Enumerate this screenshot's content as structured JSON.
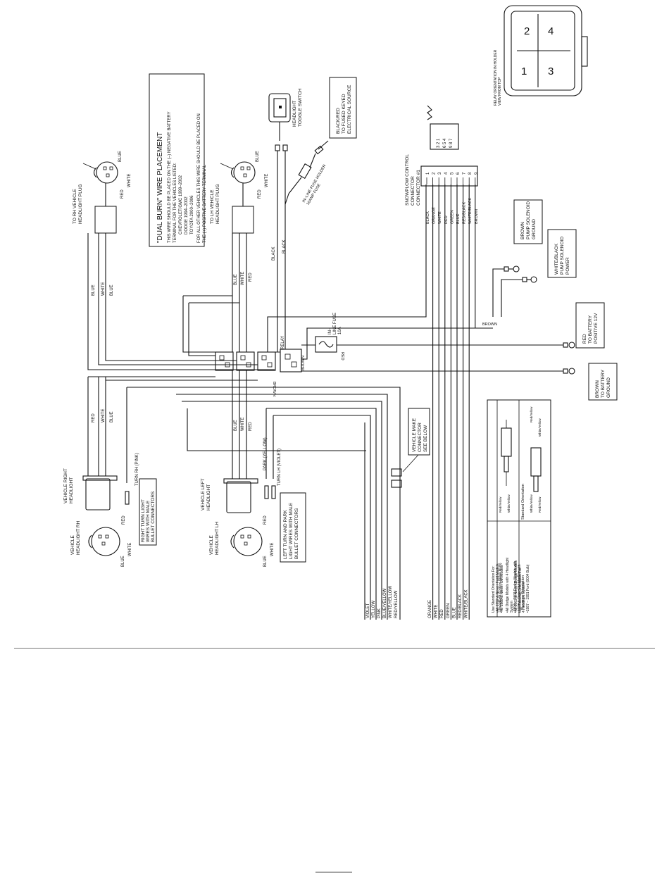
{
  "dual_burn": {
    "title": "\"DUAL BURN\" WIRE PLACEMENT",
    "lines": [
      "THIS WIRE SHOULD BE PLACED ON THE (–) NEGATIVE BATTERY",
      "TERMINAL FOR THE VEHICLES LISTED:",
      "CHEVROLET/GMC 1999–2002",
      "DODGE 1994–2002",
      "TOYOTA 2000–2006",
      "FOR ALL OTHER VEHICLES THIS WIRE SHOULD BE PLACED ON",
      "THE (+) POSITIVE BATTERY TERMINAL"
    ]
  },
  "relay_orientation": {
    "label_1": "RELAY ORIENTATION IN HOLDER",
    "label_2": "VIEW FROM TOP",
    "numbers": [
      "1",
      "2",
      "3",
      "4"
    ]
  },
  "labels": {
    "rh_headlight_plug": [
      "TO RH VEHICLE",
      "HEADLIGHT PLUG"
    ],
    "lh_headlight_plug": [
      "TO LH VEHICLE",
      "HEADLIGHT PLUG"
    ],
    "headlight_toggle": [
      "HEADLIGHT",
      "TOGGLE SWITCH"
    ],
    "fused_source": [
      "BLACK/RED",
      "TO FUSED KEYED",
      "ELECTRICAL SOURCE"
    ],
    "inline_fuse_holder": [
      "IN–LINE FUSE HOLDER",
      "10AMP FUSE"
    ],
    "snowplow_connector": [
      "SNOWPLOW CONTROL",
      "CONNECTOR",
      "CONNECTOR #1"
    ],
    "pump_ground": [
      "BROWN",
      "PUMP SOLENOID",
      "GROUND"
    ],
    "pump_power": [
      "WHITE/BLACK",
      "PUMP SOLENOID",
      "POWER"
    ],
    "battery_positive": [
      "RED",
      "TO BATTERY",
      "POSITIVE 12V"
    ],
    "battery_ground": [
      "BROWN",
      "TO BATTERY",
      "GROUND"
    ],
    "inline_fuse": [
      "IN–",
      "LINE FUSE",
      "10A"
    ],
    "relay": "RELAY",
    "vehicle_make_connector": [
      "VEHICLE MAKE",
      "CONNECTOR",
      "SEE BELOW"
    ],
    "vehicle_right_headlight": [
      "VEHICLE RIGHT",
      "HEADLIGHT"
    ],
    "vehicle_left_headlight": [
      "VEHICLE LEFT",
      "HEADLIGHT"
    ],
    "vehicle_headlight_rh": [
      "VEHICLE",
      "HEADLIGHT RH"
    ],
    "vehicle_headlight_lh": [
      "VEHICLE",
      "HEADLIGHT LH"
    ],
    "right_turn_bullets": [
      "RIGHT TURN LIGHT",
      "WIRES WITH MALE",
      "BULLET CONNECTORS"
    ],
    "left_turn_bullets": [
      "LEFT TURN AND PARK",
      "LIGHT WIRES WITH MALE",
      "BULLET CONNECTORS"
    ],
    "turn_rh": "TURN RH (PINK)",
    "park": "PARK (YELLOW)",
    "turn_lh": "TURN LH (VIOLET)"
  },
  "wire_colors": {
    "blue": "BLUE",
    "white": "WHITE",
    "red": "RED",
    "black": "BLACK",
    "brown": "BROWN"
  },
  "connector_pins": [
    "1",
    "2",
    "3",
    "4",
    "5",
    "6",
    "7",
    "8",
    "9"
  ],
  "connector_pin_grid": [
    "3 2 1",
    "6 5 4",
    "9 8 7"
  ],
  "snowplow_wires": [
    "BLACK",
    "ORANGE",
    "WHITE",
    "RED",
    "GREEN",
    "BLUE",
    "RED/BLACK",
    "WHITE/BLACK",
    "BROWN"
  ],
  "bottom_wires_left": [
    "VIOLET",
    "YELLOW",
    "PINK",
    "BLUE/YELLOW",
    "WHITE/YELLOW",
    "RED/YELLOW"
  ],
  "bottom_wires_right": [
    "ORANGE",
    "WHITE",
    "RED",
    "GREEN",
    "BLUE",
    "RED/BLACK",
    "WHITE/BLACK"
  ],
  "orientation_table": {
    "standard_title": "Standard Orientation",
    "reverse_title": "Reverse Orientation",
    "wire_a": "Red/Yellow",
    "wire_b": "White/Yellow",
    "notes": [
      "Use Standard Orientation For:",
      "•All 1992 & Newer Ford Models",
      "•All 1988 & Newer GM Models",
      "•All Dodge Models with 4 Headlight",
      "  System",
      "•All 2003 & Newer Dodge Models",
      "Use Reverse Orientation For:",
      "•1994 – 2002 Dodge Models with",
      "  2 Headlight System (9004 Bulb)",
      "•1987 & Older GM Models with",
      "  4 Headlight System",
      "•1987 – 1991 Ford (9004 Bulb)"
    ]
  }
}
